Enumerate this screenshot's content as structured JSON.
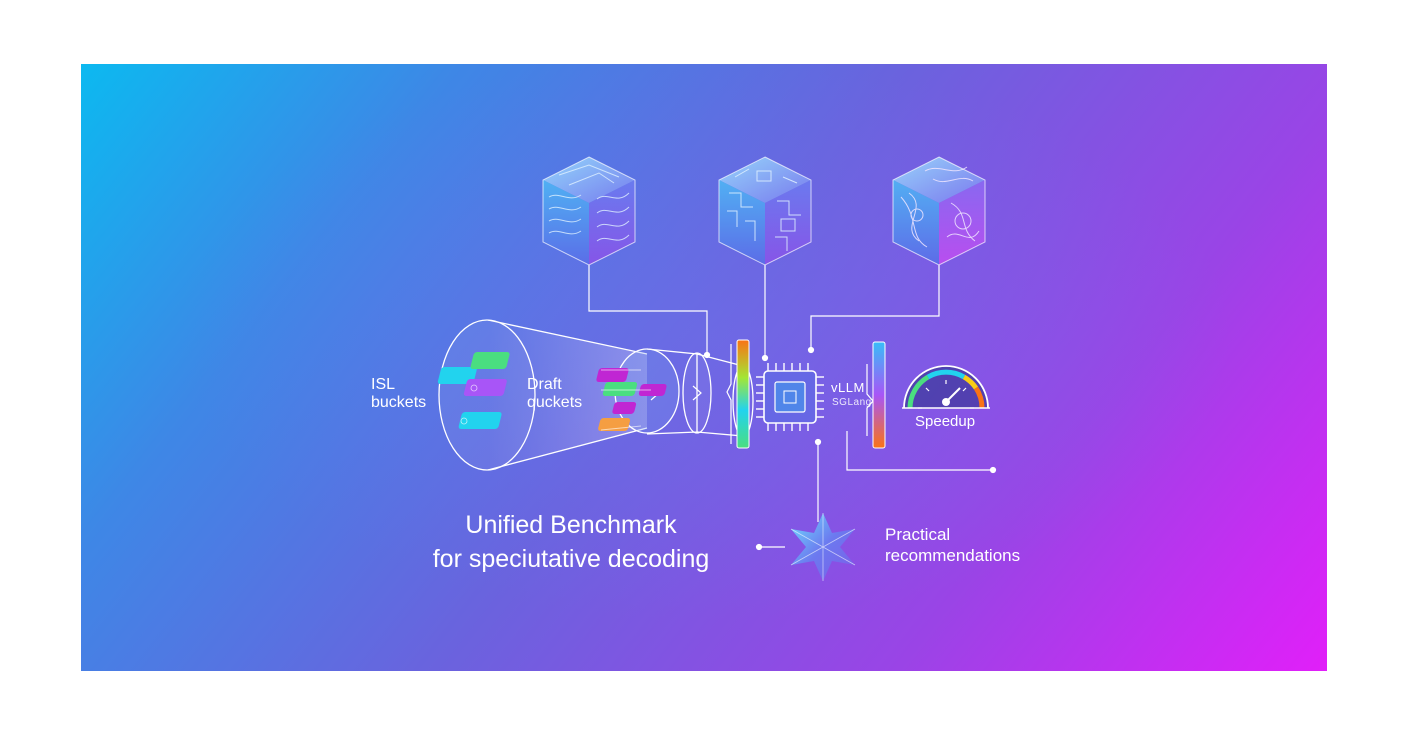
{
  "funnel": {
    "isl_line1": "ISL",
    "isl_line2": "buckets",
    "draft_line1": "Draft",
    "draft_line2": "quckets"
  },
  "engines": {
    "primary": "vLLM",
    "secondary": "SGLang"
  },
  "gauge": {
    "label": "Speedup",
    "icon": "speedometer-icon"
  },
  "title": {
    "line1": "Unified Benchmark",
    "line2": "for speciutative decoding"
  },
  "recommendations": {
    "line1": "Practical",
    "line2": "recommendations"
  },
  "colors": {
    "bg_start": "#0cb9f0",
    "bg_end": "#e11ff9",
    "line": "#ffffff",
    "cyan": "#22d3ee",
    "green": "#4ade80",
    "purple": "#a855f7",
    "orange": "#f59e42"
  }
}
